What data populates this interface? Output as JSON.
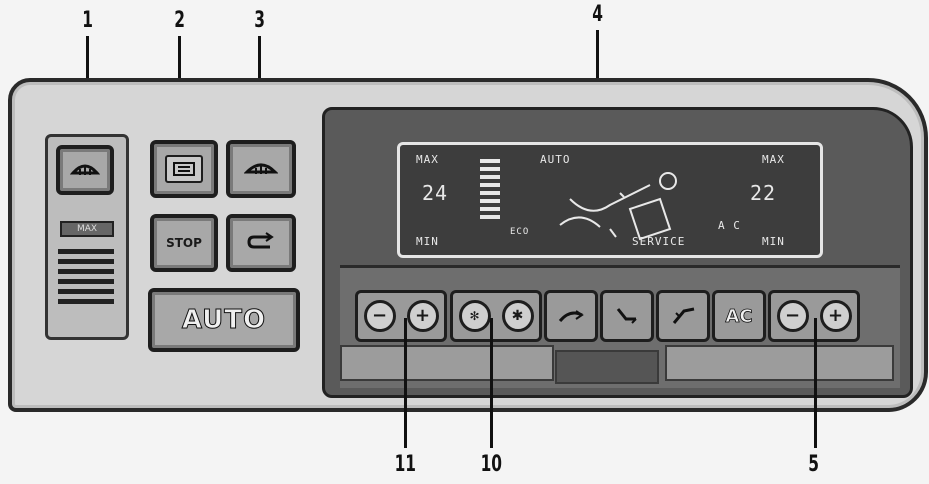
{
  "callouts": {
    "c1": "1",
    "c2": "2",
    "c3": "3",
    "c4": "4",
    "c5": "5",
    "c10": "10",
    "c11": "11"
  },
  "buttons": {
    "recirc_top_label": "MAX",
    "stop_label": "STOP",
    "auto_label": "AUTO",
    "ac_label": "AC",
    "minus_label": "−",
    "plus_label": "+"
  },
  "lcd": {
    "max_left": "MAX",
    "min_left": "MIN",
    "auto": "AUTO",
    "max_right": "MAX",
    "min_right": "MIN",
    "service": "SERVICE",
    "temp_left": "24",
    "temp_right": "22",
    "ac": "A C",
    "eco": "ECO"
  },
  "icons": {
    "defrost_front": "windshield-defrost-icon",
    "defrost_rear": "rear-defrost-icon",
    "air_circulate": "recirculation-icon",
    "fan": "fan-icon",
    "airflow_face": "airflow-face-icon",
    "airflow_feet": "airflow-feet-icon",
    "airflow_windshield": "airflow-windshield-icon"
  }
}
